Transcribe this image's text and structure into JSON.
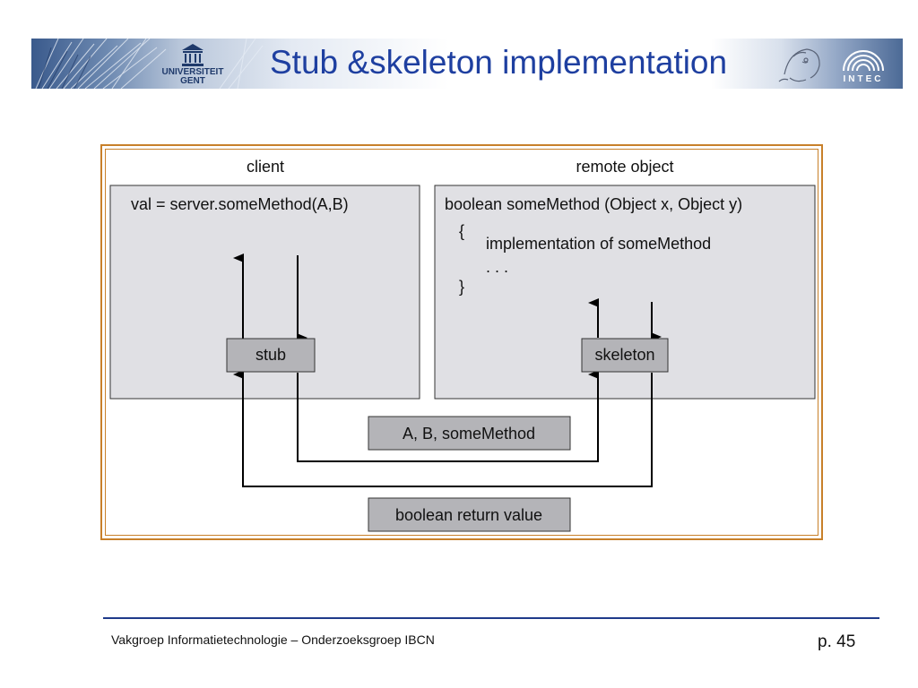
{
  "header": {
    "title": "Stub &skeleton implementation",
    "left_logo": {
      "line1": "UNIVERSITEIT",
      "line2": "GENT",
      "icon": "university-building-icon"
    },
    "right_logo": {
      "label": "INTEC",
      "icon": "intec-arcs-icon"
    },
    "decoration_icon": "scholar-sketch-icon"
  },
  "diagram": {
    "client_label": "client",
    "remote_label": "remote object",
    "client_code": "val = server.someMethod(A,B)",
    "remote_code_signature": "boolean someMethod (Object x, Object y)",
    "remote_code_open": "{",
    "remote_code_body": "implementation of someMethod",
    "remote_code_ellipsis": ". . .",
    "remote_code_close": "}",
    "stub_label": "stub",
    "skeleton_label": "skeleton",
    "request_message": "A, B, someMethod",
    "response_message": "boolean return value"
  },
  "footer": {
    "left_text": "Vakgroep Informatietechnologie – Onderzoeksgroep IBCN",
    "page_number": "p. 45"
  },
  "colors": {
    "title": "#1e3fa0",
    "frame_border": "#c8802a",
    "panel_fill": "#e0e0e4",
    "box_fill": "#b4b4b8",
    "footer_line": "#1f3a8a"
  }
}
